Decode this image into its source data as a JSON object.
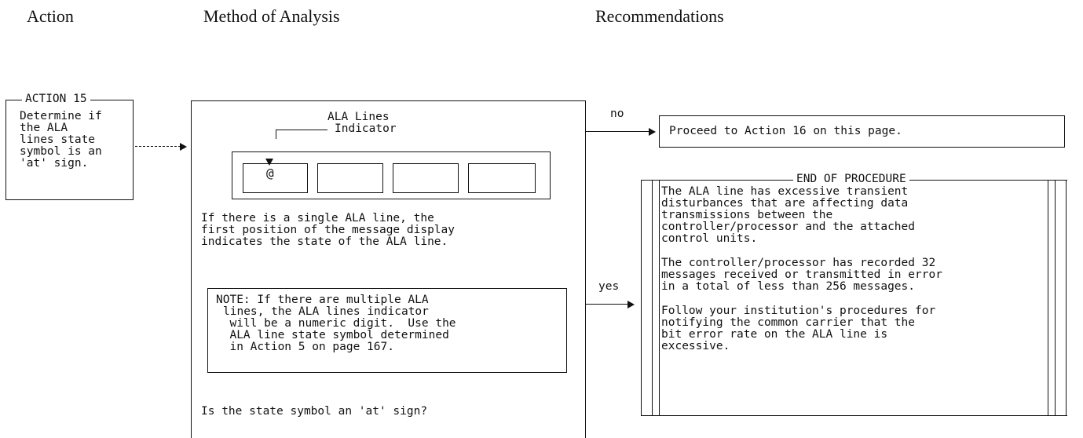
{
  "headers": {
    "action": "Action",
    "method": "Method of Analysis",
    "recommendations": "Recommendations"
  },
  "action15": {
    "legend": "ACTION 15",
    "lines": [
      "Determine if",
      "the ALA",
      "lines state",
      "symbol is an",
      "'at' sign."
    ]
  },
  "method": {
    "indicator_lines": [
      "ALA Lines",
      "Indicator"
    ],
    "display_char": "@",
    "paragraph": [
      "If there is a single ALA line, the",
      "first position of the message display",
      "indicates the state of the ALA line."
    ],
    "note": [
      "NOTE: If there are multiple ALA",
      "lines, the ALA lines indicator",
      "  will be a numeric digit.  Use the",
      "  ALA line state symbol determined",
      "  in Action 5 on page 167."
    ],
    "question": "Is the state symbol an 'at' sign?"
  },
  "branches": {
    "no": "no",
    "yes": "yes"
  },
  "rec_no": "Proceed to Action 16 on this page.",
  "rec_yes": {
    "legend": "END OF PROCEDURE",
    "p1": [
      "The ALA line has excessive transient",
      "disturbances that are affecting data",
      "transmissions between the",
      "controller/processor and the attached",
      "control units."
    ],
    "p2": [
      "The controller/processor has recorded 32",
      "messages received or transmitted in error",
      "in a total of less than 256 messages."
    ],
    "p3": [
      "Follow your institution's procedures for",
      "notifying the common carrier that the",
      "bit error rate on the ALA line is",
      "excessive."
    ]
  }
}
